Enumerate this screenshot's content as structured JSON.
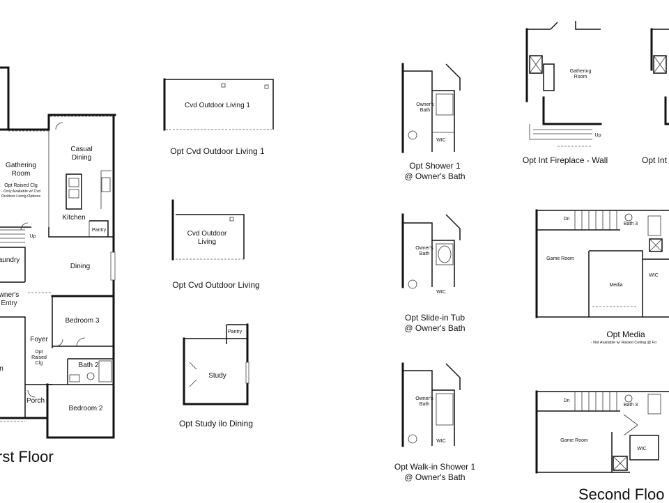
{
  "floors": {
    "first": "rst Floor",
    "second": "Second Floo"
  },
  "first_floor": {
    "gathering_room": "Gathering\nRoom",
    "opt_raised_clg": "Opt Raised Clg",
    "only_available": "- Only Available w/ Cvd\nOutdoor Living Options",
    "casual_dining": "Casual\nDining",
    "kitchen": "Kitchen",
    "pantry": "Pantry",
    "up": "Up",
    "laundry": "aundry",
    "owners_entry": "wner's\nEntry",
    "dining": "Dining",
    "bedroom3": "Bedroom 3",
    "foyer": "Foyer",
    "foyer_opt": "Opt\nRaised\nClg",
    "bath2": "Bath 2",
    "porch": "Porch",
    "bedroom2": "Bedroom 2",
    "garage": "n"
  },
  "options": {
    "cvd_outdoor_living_1": {
      "room": "Cvd Outdoor Living 1",
      "caption": "Opt Cvd Outdoor Living 1"
    },
    "cvd_outdoor_living": {
      "room": "Cvd Outdoor\nLiving",
      "caption": "Opt Cvd Outdoor Living"
    },
    "study": {
      "room": "Study",
      "pantry": "Pantry",
      "caption": "Opt Study ilo Dining"
    },
    "shower1": {
      "bath": "Owner's\nBath",
      "wic": "WIC",
      "caption": "Opt Shower 1\n@ Owner's Bath"
    },
    "slide_in_tub": {
      "bath": "Owner's\nBath",
      "wic": "WIC",
      "caption": "Opt Slide-in Tub\n@ Owner's Bath"
    },
    "walk_in_shower": {
      "bath": "Owner's\nBath",
      "wic": "WIC",
      "caption": "Opt Walk-in Shower 1\n@ Owner's Bath"
    },
    "int_fireplace": {
      "room": "Gathering\nRoom",
      "up": "Up",
      "caption": "Opt Int Fireplace - Wall",
      "caption2": "Opt Int"
    },
    "media": {
      "dn": "Dn",
      "bath3": "Bath 3",
      "game_room": "Game Room",
      "media": "Media",
      "wic": "WIC",
      "caption": "Opt Media",
      "note": "- Not Available w/ Raised Ceiling @ Fo"
    },
    "second_floor": {
      "dn": "Dn",
      "bath3": "Bath 3",
      "game_room": "Game Room",
      "wic": "WIC"
    }
  }
}
